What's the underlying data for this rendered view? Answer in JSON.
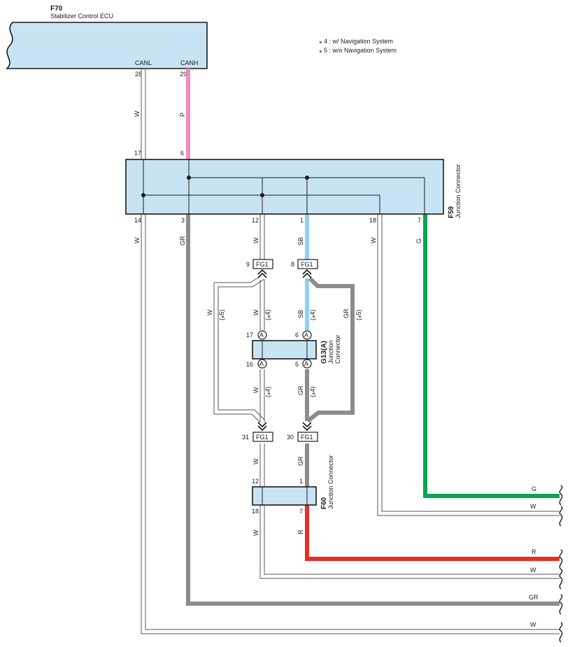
{
  "ecu": {
    "id": "F70",
    "name": "Stabilizer Control ECU",
    "canl": "CANL",
    "canh": "CANH",
    "pin_canl": "28",
    "pin_canh": "29"
  },
  "notes": [
    "⁎ 4 : w/ Navigation System",
    "⁎ 5 : w/o Navigation System"
  ],
  "f59": {
    "id": "F59",
    "name": "Junction Connector",
    "pins_top": [
      "17",
      "6"
    ],
    "pins_bottom": [
      "14",
      "3",
      "12",
      "1",
      "18",
      "7"
    ]
  },
  "g13": {
    "id": "G13(A)",
    "name_line1": "Junction",
    "name_line2": "Connector",
    "pin_17": "17",
    "pin_6": "6",
    "pin_16": "16",
    "pin_5": "5",
    "marker": "A"
  },
  "f60": {
    "id": "F60",
    "name": "Junction Connector",
    "pin_12": "12",
    "pin_1": "1",
    "pin_18": "18",
    "pin_7": "7"
  },
  "fg1": {
    "label": "FG1",
    "pin_9": "9",
    "pin_8": "8",
    "pin_31": "31",
    "pin_30": "30"
  },
  "wires": {
    "w": "W",
    "p": "P",
    "gr": "GR",
    "sb": "SB",
    "g": "G",
    "r": "R",
    "n4": "(⁎4)",
    "n5": "(⁎5)"
  },
  "colors": {
    "box": "#c8e4f4",
    "pink": "#f08cbc",
    "blue": "#8fd0f0",
    "gray": "#8c8c8c",
    "green": "#00a651",
    "red": "#ee2a24",
    "white_wire": "#ffffff"
  },
  "outputs": [
    "G",
    "W",
    "R",
    "W",
    "GR",
    "W"
  ]
}
